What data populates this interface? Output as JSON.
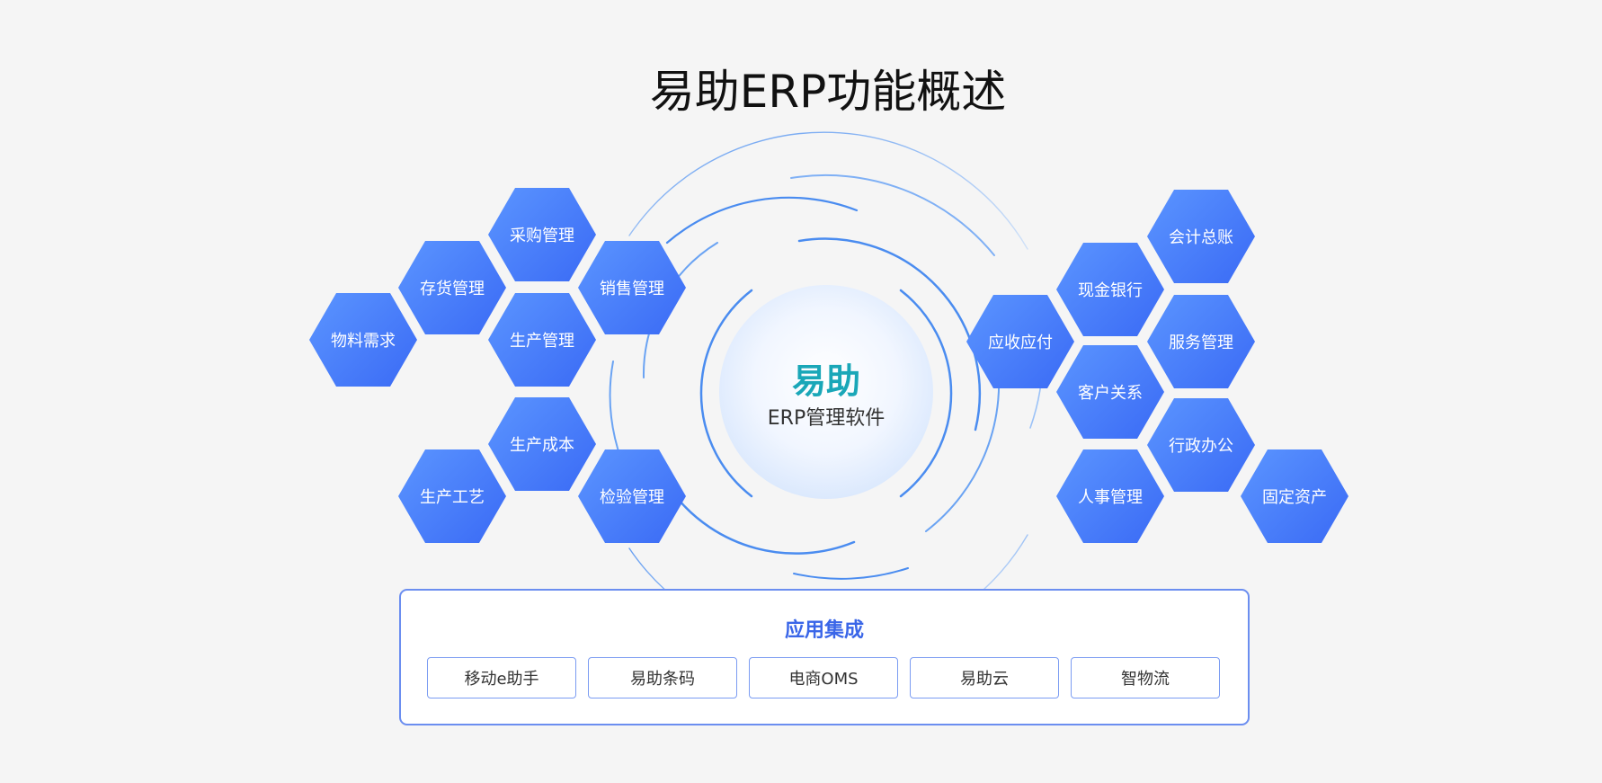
{
  "title": "易助ERP功能概述",
  "core": {
    "title": "易助",
    "subtitle": "ERP管理软件"
  },
  "left_modules": [
    "采购管理",
    "存货管理",
    "销售管理",
    "物料需求",
    "生产管理",
    "生产成本",
    "生产工艺",
    "检验管理"
  ],
  "right_modules": [
    "会计总账",
    "现金银行",
    "应收应付",
    "服务管理",
    "客户关系",
    "行政办公",
    "人事管理",
    "固定资产"
  ],
  "integration": {
    "title": "应用集成",
    "items": [
      "移动e助手",
      "易助条码",
      "电商OMS",
      "易助云",
      "智物流"
    ]
  },
  "colors": {
    "hex_start": "#5b95ff",
    "hex_end": "#3a6af5",
    "core_title": "#1aa7b8",
    "accent": "#3a66e8"
  }
}
